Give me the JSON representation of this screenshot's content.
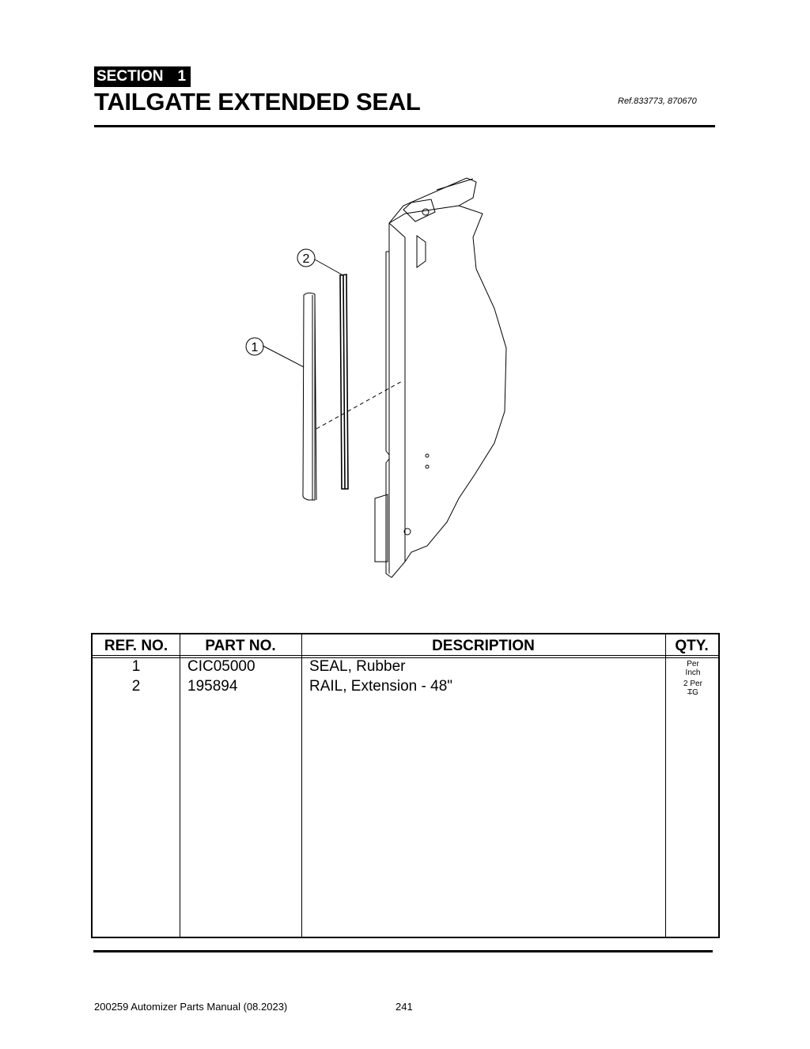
{
  "header": {
    "section_label": "SECTION",
    "section_number": "1",
    "title": "TAILGATE EXTENDED SEAL",
    "reference": "Ref.833773, 870670"
  },
  "diagram": {
    "callouts": [
      "1",
      "2"
    ]
  },
  "table": {
    "headers": [
      "REF. NO.",
      "PART NO.",
      "DESCRIPTION",
      "QTY."
    ],
    "rows": [
      {
        "ref": "1",
        "part": "CIC05000",
        "description": "SEAL, Rubber",
        "qty": "Per Inch"
      },
      {
        "ref": "2",
        "part": "195894",
        "description": "RAIL, Extension - 48\"",
        "qty": "2 Per TG"
      }
    ],
    "qty_lines": [
      "Per",
      "Inch",
      "2 Per",
      "TG"
    ]
  },
  "footer": {
    "manual": "200259 Automizer Parts Manual (08.2023)",
    "page": "241"
  }
}
